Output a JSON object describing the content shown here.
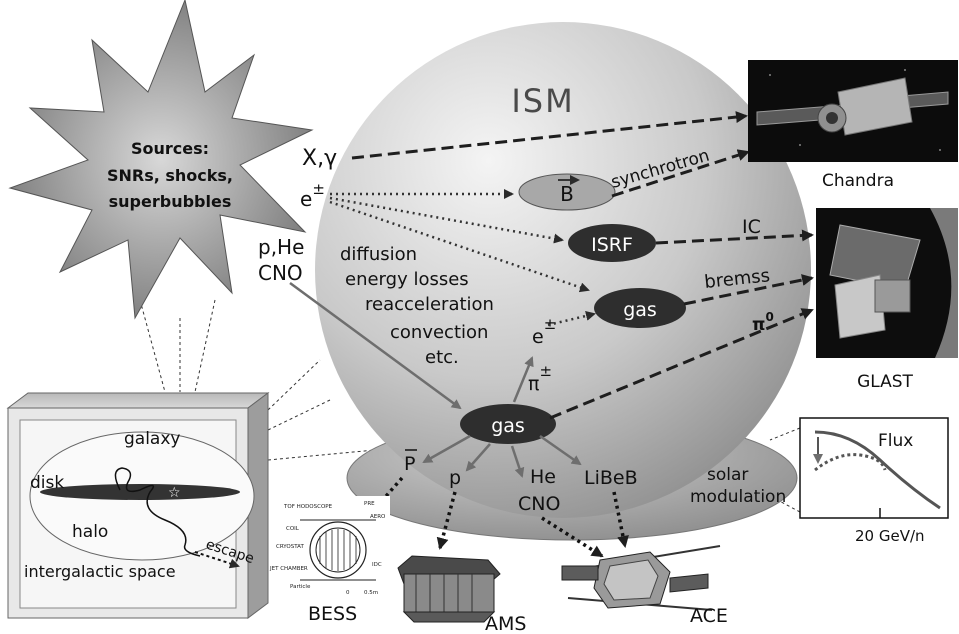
{
  "sources": {
    "line1": "Sources:",
    "line2": "SNRs, shocks,",
    "line3": "superbubbles"
  },
  "ism_title": "ISM",
  "particles": {
    "xgamma": "X,γ",
    "e_pm": "e",
    "e_pm_sup": "±",
    "pHe": "p,He",
    "cno": "CNO"
  },
  "processes": {
    "l1": "diffusion",
    "l2": "energy losses",
    "l3": "reacceleration",
    "l4": "convection",
    "l5": "etc."
  },
  "nodes": {
    "b_field": "B",
    "isrf": "ISRF",
    "gas_upper": "gas",
    "gas_lower": "gas"
  },
  "secondaries": {
    "e": "e",
    "e_sup": "±",
    "pi": "π",
    "pi_sup": "±"
  },
  "emissions": {
    "synchrotron": "synchrotron",
    "ic": "IC",
    "bremss": "bremss",
    "pi0": "π",
    "pi0_sup": "0"
  },
  "missions": {
    "chandra": "Chandra",
    "glast": "GLAST",
    "bess": "BESS",
    "ams": "AMS",
    "ace": "ACE"
  },
  "products": {
    "pbar": "P",
    "p": "p",
    "he": "He",
    "cno": "CNO",
    "libeb": "LiBeB"
  },
  "solar": {
    "l1": "solar",
    "l2": "modulation"
  },
  "flux_plot": {
    "title": "Flux",
    "xlabel": "20 GeV/n"
  },
  "galaxy": {
    "galaxy": "galaxy",
    "disk": "disk",
    "halo": "halo",
    "escape": "escape",
    "intergalactic": "intergalactic space"
  },
  "bess_schematic": {
    "top": "TOF HODOSCOPE",
    "coil": "COIL",
    "cryostat": "CRYOSTAT",
    "jet": "JET CHAMBER",
    "particle": "Particle",
    "pre": "PRE",
    "aero": "AERO",
    "idc": "IDC",
    "scale0": "0",
    "scale1": "0.5m"
  },
  "colors": {
    "sphere": "#c8c8c8",
    "ellipse_dark": "#2e2e2e",
    "b_fill": "#a8a8a8",
    "arrow": "#2a2a2a",
    "grey_arrow": "#6e6e6e",
    "starburst": "#8a8a8a"
  }
}
